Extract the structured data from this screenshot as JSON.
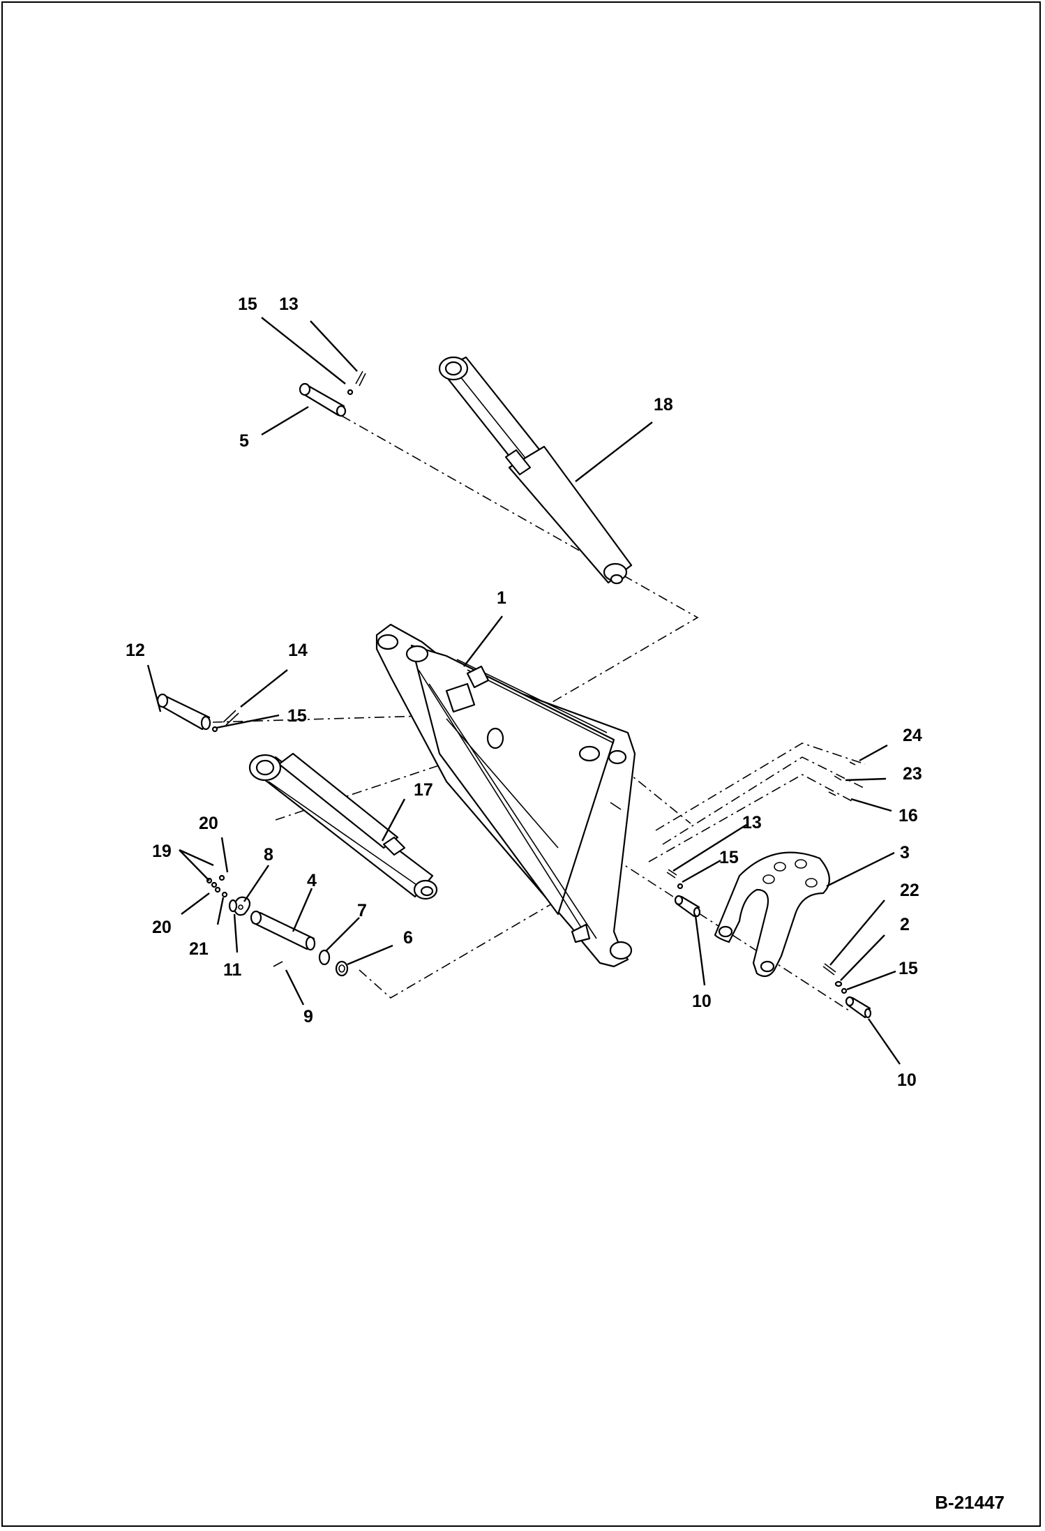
{
  "document_id": "B-21447",
  "callouts": {
    "c1": "1",
    "c2": "2",
    "c3": "3",
    "c4": "4",
    "c5": "5",
    "c6": "6",
    "c7": "7",
    "c8": "8",
    "c9": "9",
    "c10a": "10",
    "c10b": "10",
    "c11": "11",
    "c12": "12",
    "c13a": "13",
    "c13b": "13",
    "c14": "14",
    "c15a": "15",
    "c15b": "15",
    "c15c": "15",
    "c15d": "15",
    "c16": "16",
    "c17": "17",
    "c18": "18",
    "c19": "19",
    "c20a": "20",
    "c20b": "20",
    "c21": "21",
    "c22": "22",
    "c23": "23",
    "c24": "24"
  }
}
